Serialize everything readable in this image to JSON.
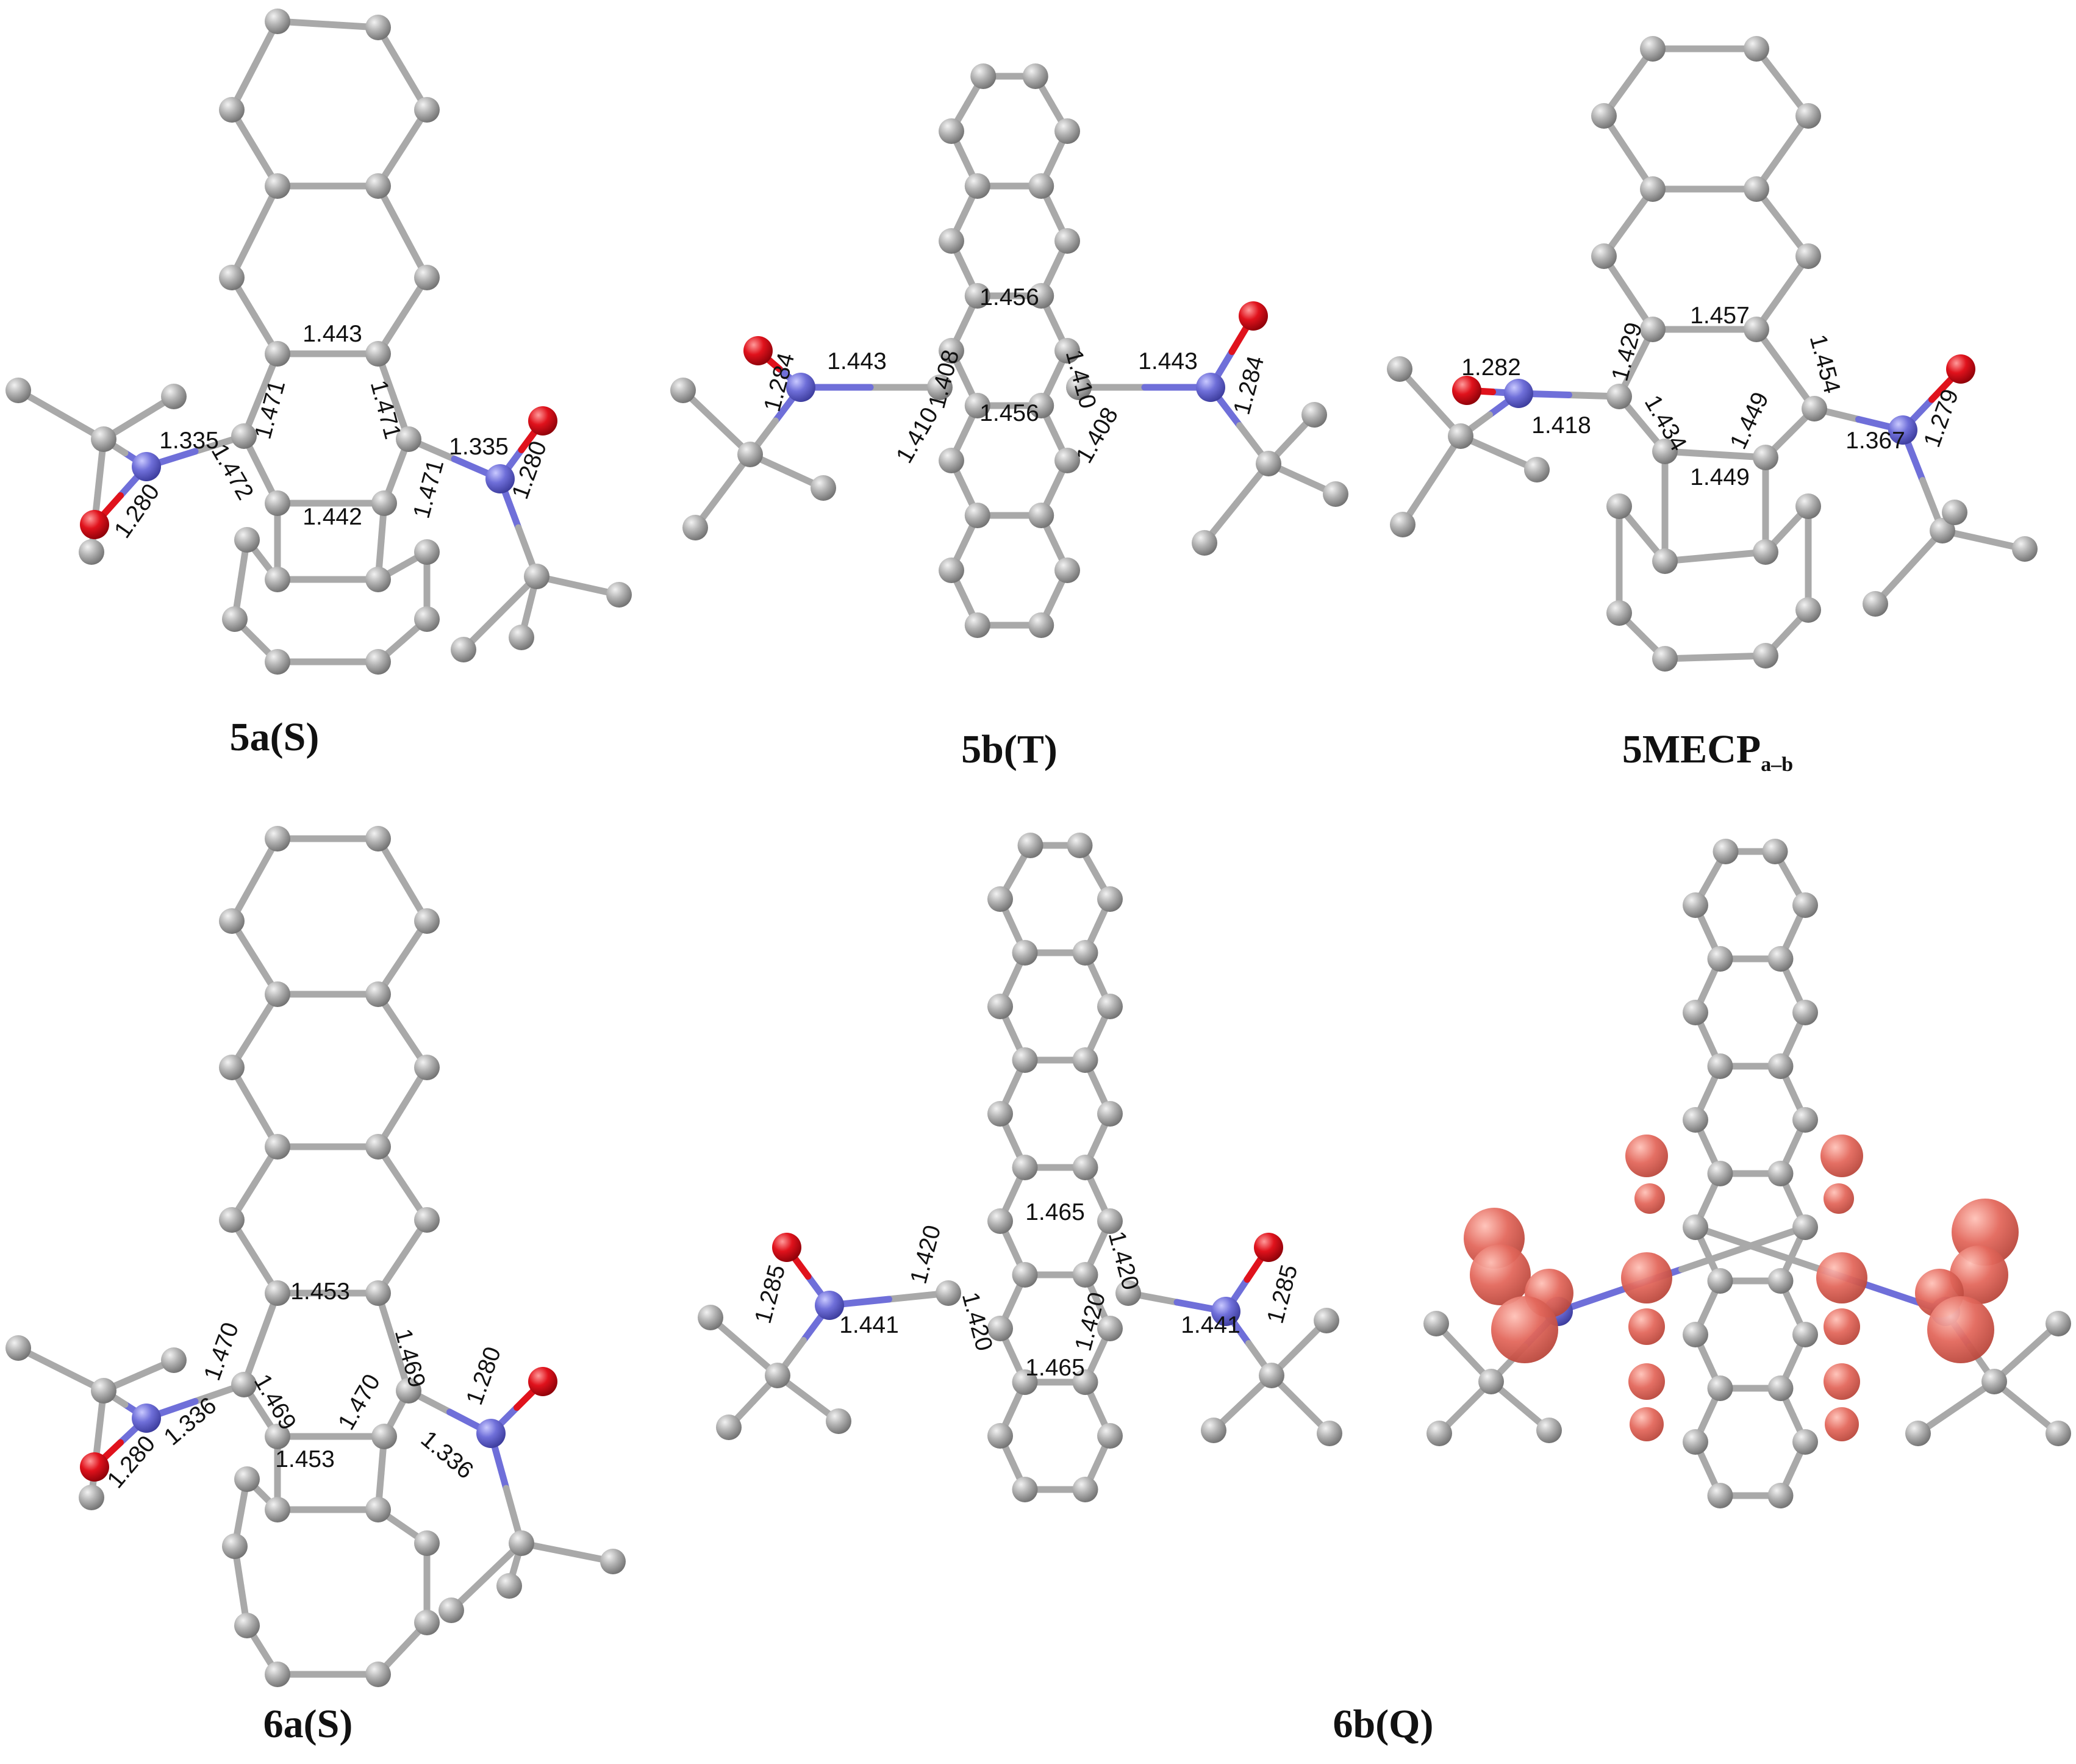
{
  "colors": {
    "carbon": "#a6a6a6",
    "carbon_highlight": "#ececec",
    "bond": "#a9a9a9",
    "nitrogen": "#6f6fd9",
    "oxygen": "#e0121c",
    "spin_density": "#e3685c"
  },
  "panels": [
    {
      "id": "5a",
      "caption": "5a(S)",
      "caption_sub": "",
      "labels": [
        "1.443",
        "1.471",
        "1.471",
        "1.335",
        "1.335",
        "1.280",
        "1.280",
        "1.472",
        "1.471",
        "1.442"
      ]
    },
    {
      "id": "5b",
      "caption": "5b(T)",
      "caption_sub": "",
      "labels": [
        "1.456",
        "1.443",
        "1.443",
        "1.408",
        "1.410",
        "1.284",
        "1.284",
        "1.410",
        "1.456",
        "1.408"
      ]
    },
    {
      "id": "5mecp",
      "caption": "5MECP",
      "caption_sub": "a–b",
      "labels": [
        "1.457",
        "1.429",
        "1.454",
        "1.282",
        "1.418",
        "1.434",
        "1.449",
        "1.279",
        "1.367",
        "1.449"
      ]
    },
    {
      "id": "6a",
      "caption": "6a(S)",
      "caption_sub": "",
      "labels": [
        "1.453",
        "1.470",
        "1.469",
        "1.280",
        "1.336",
        "1.469",
        "1.470",
        "1.280",
        "1.336",
        "1.453"
      ]
    },
    {
      "id": "6b",
      "caption": "6b(Q)",
      "caption_sub": "",
      "labels": [
        "1.465",
        "1.420",
        "1.420",
        "1.285",
        "1.441",
        "1.420",
        "1.420",
        "1.441",
        "1.285",
        "1.465"
      ]
    },
    {
      "id": "6b_spin",
      "caption": "",
      "caption_sub": "",
      "labels": []
    }
  ]
}
